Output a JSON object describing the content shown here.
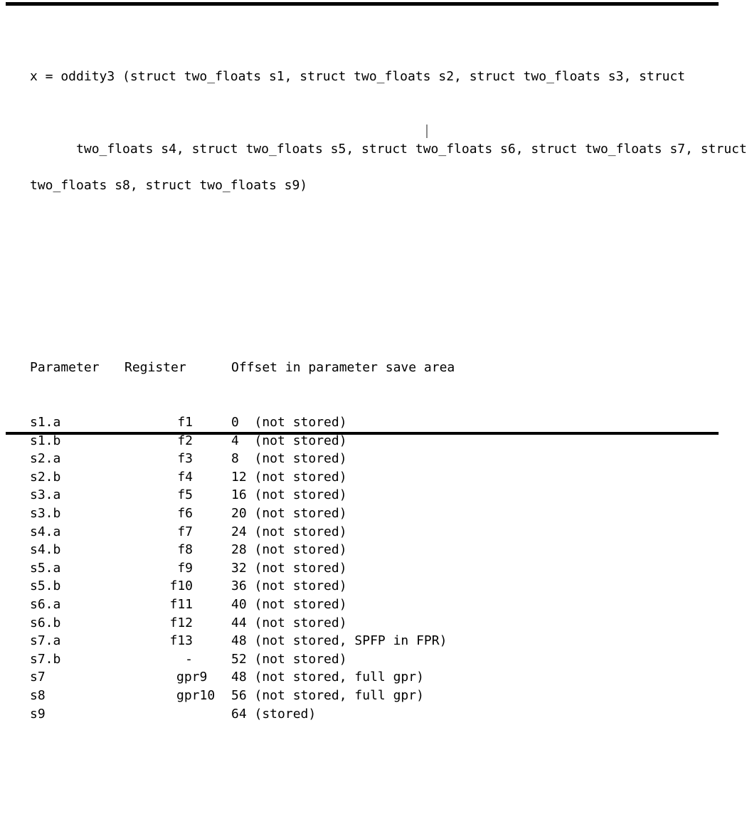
{
  "figure": {
    "signature": {
      "line1": "x = oddity3 (struct two_floats s1, struct two_floats s2, struct two_floats s3, struct",
      "line2": "two_floats s4, struct two_floats s5, struct two_floats s6, struct two_floats s7, struct",
      "line3": "two_floats s8, struct two_floats s9)"
    },
    "caret": {
      "present": true,
      "after_text": "two_float"
    },
    "table": {
      "headers": {
        "parameter": "Parameter",
        "register": "Register",
        "offset": "Offset in parameter save area"
      },
      "rows": [
        {
          "parameter": "s1.a",
          "register": "f1",
          "offset": "0",
          "note": "(not stored)"
        },
        {
          "parameter": "s1.b",
          "register": "f2",
          "offset": "4",
          "note": "(not stored)"
        },
        {
          "parameter": "s2.a",
          "register": "f3",
          "offset": "8",
          "note": "(not stored)"
        },
        {
          "parameter": "s2.b",
          "register": "f4",
          "offset": "12",
          "note": "(not stored)"
        },
        {
          "parameter": "s3.a",
          "register": "f5",
          "offset": "16",
          "note": "(not stored)"
        },
        {
          "parameter": "s3.b",
          "register": "f6",
          "offset": "20",
          "note": "(not stored)"
        },
        {
          "parameter": "s4.a",
          "register": "f7",
          "offset": "24",
          "note": "(not stored)"
        },
        {
          "parameter": "s4.b",
          "register": "f8",
          "offset": "28",
          "note": "(not stored)"
        },
        {
          "parameter": "s5.a",
          "register": "f9",
          "offset": "32",
          "note": "(not stored)"
        },
        {
          "parameter": "s5.b",
          "register": "f10",
          "offset": "36",
          "note": "(not stored)"
        },
        {
          "parameter": "s6.a",
          "register": "f11",
          "offset": "40",
          "note": "(not stored)"
        },
        {
          "parameter": "s6.b",
          "register": "f12",
          "offset": "44",
          "note": "(not stored)"
        },
        {
          "parameter": "s7.a",
          "register": "f13",
          "offset": "48",
          "note": "(not stored, SPFP in FPR)"
        },
        {
          "parameter": "s7.b",
          "register": "-",
          "offset": "52",
          "note": "(not stored)"
        },
        {
          "parameter": "s7",
          "register": "gpr9",
          "offset": "48",
          "note": "(not stored, full gpr)"
        },
        {
          "parameter": "s8",
          "register": "gpr10",
          "offset": "56",
          "note": "(not stored, full gpr)"
        },
        {
          "parameter": "s9",
          "register": "",
          "offset": "64",
          "note": "(stored)"
        }
      ]
    },
    "colors": {
      "text": "#000000",
      "background": "#ffffff",
      "rule": "#000000",
      "caret": "#8c8c8c"
    }
  }
}
